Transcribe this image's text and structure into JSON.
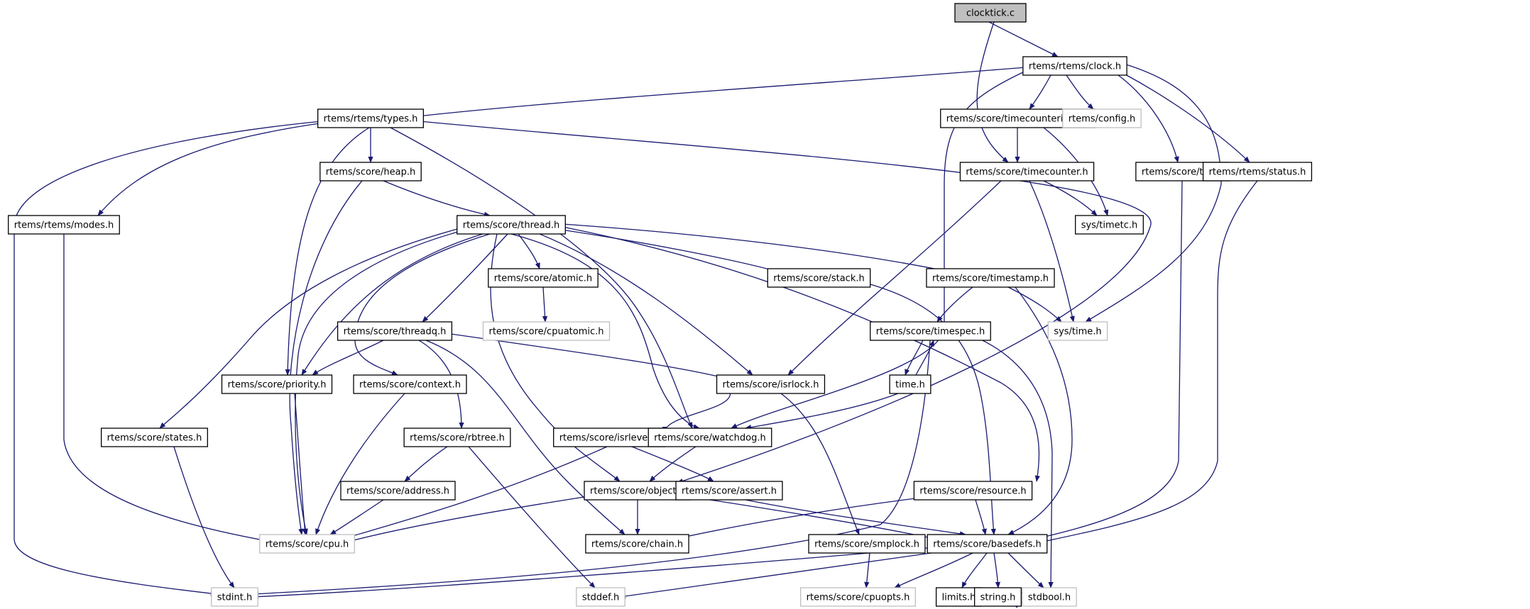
{
  "diagram": {
    "title": "clocktick.c include dependency graph",
    "colors": {
      "edge": "#191970",
      "node_border": "#000000",
      "node_border_external": "#bfbfbf",
      "node_fill": "#ffffff",
      "root_fill": "#bfbfbf"
    },
    "nodes": [
      {
        "id": "clocktick_c",
        "label": "clocktick.c",
        "kind": "root"
      },
      {
        "id": "clock_h",
        "label": "rtems/rtems/clock.h",
        "kind": "normal"
      },
      {
        "id": "types_h",
        "label": "rtems/rtems/types.h",
        "kind": "normal"
      },
      {
        "id": "timecounterimpl_h",
        "label": "rtems/score/timecounterimpl.h",
        "kind": "normal"
      },
      {
        "id": "config_h",
        "label": "rtems/config.h",
        "kind": "external"
      },
      {
        "id": "heap_h",
        "label": "rtems/score/heap.h",
        "kind": "normal"
      },
      {
        "id": "timecounter_h",
        "label": "rtems/score/timecounter.h",
        "kind": "normal"
      },
      {
        "id": "tod_h",
        "label": "rtems/score/tod.h",
        "kind": "normal"
      },
      {
        "id": "status_h",
        "label": "rtems/rtems/status.h",
        "kind": "normal"
      },
      {
        "id": "modes_h",
        "label": "rtems/rtems/modes.h",
        "kind": "normal"
      },
      {
        "id": "thread_h",
        "label": "rtems/score/thread.h",
        "kind": "normal"
      },
      {
        "id": "timetc_h",
        "label": "sys/timetc.h",
        "kind": "normal"
      },
      {
        "id": "atomic_h",
        "label": "rtems/score/atomic.h",
        "kind": "normal"
      },
      {
        "id": "stack_h",
        "label": "rtems/score/stack.h",
        "kind": "normal"
      },
      {
        "id": "timestamp_h",
        "label": "rtems/score/timestamp.h",
        "kind": "normal"
      },
      {
        "id": "cpuatomic_h",
        "label": "rtems/score/cpuatomic.h",
        "kind": "external"
      },
      {
        "id": "threadq_h",
        "label": "rtems/score/threadq.h",
        "kind": "normal"
      },
      {
        "id": "timespec_h",
        "label": "rtems/score/timespec.h",
        "kind": "normal"
      },
      {
        "id": "systime_h",
        "label": "sys/time.h",
        "kind": "external"
      },
      {
        "id": "priority_h",
        "label": "rtems/score/priority.h",
        "kind": "normal"
      },
      {
        "id": "context_h",
        "label": "rtems/score/context.h",
        "kind": "normal"
      },
      {
        "id": "isrlock_h",
        "label": "rtems/score/isrlock.h",
        "kind": "normal"
      },
      {
        "id": "time_h",
        "label": "time.h",
        "kind": "normal"
      },
      {
        "id": "states_h",
        "label": "rtems/score/states.h",
        "kind": "normal"
      },
      {
        "id": "rbtree_h",
        "label": "rtems/score/rbtree.h",
        "kind": "normal"
      },
      {
        "id": "isrlevel_h",
        "label": "rtems/score/isrlevel.h",
        "kind": "normal"
      },
      {
        "id": "watchdog_h",
        "label": "rtems/score/watchdog.h",
        "kind": "normal"
      },
      {
        "id": "resource_h",
        "label": "rtems/score/resource.h",
        "kind": "normal"
      },
      {
        "id": "address_h",
        "label": "rtems/score/address.h",
        "kind": "normal"
      },
      {
        "id": "object_h",
        "label": "rtems/score/object.h",
        "kind": "normal"
      },
      {
        "id": "assert_h",
        "label": "rtems/score/assert.h",
        "kind": "normal"
      },
      {
        "id": "cpu_h",
        "label": "rtems/score/cpu.h",
        "kind": "external"
      },
      {
        "id": "chain_h",
        "label": "rtems/score/chain.h",
        "kind": "normal"
      },
      {
        "id": "smplock_h",
        "label": "rtems/score/smplock.h",
        "kind": "normal"
      },
      {
        "id": "basedefs_h",
        "label": "rtems/score/basedefs.h",
        "kind": "normal"
      },
      {
        "id": "stdint_h",
        "label": "stdint.h",
        "kind": "external"
      },
      {
        "id": "stddef_h",
        "label": "stddef.h",
        "kind": "external"
      },
      {
        "id": "cpuopts_h",
        "label": "rtems/score/cpuopts.h",
        "kind": "external"
      },
      {
        "id": "limits_h",
        "label": "limits.h",
        "kind": "normal"
      },
      {
        "id": "string_h",
        "label": "string.h",
        "kind": "normal"
      },
      {
        "id": "stdbool_h",
        "label": "stdbool.h",
        "kind": "external"
      }
    ],
    "edges": [
      {
        "from": "clocktick_c",
        "to": "clock_h"
      },
      {
        "from": "clocktick_c",
        "to": "timecounter_h"
      },
      {
        "from": "clock_h",
        "to": "types_h"
      },
      {
        "from": "clock_h",
        "to": "timecounterimpl_h"
      },
      {
        "from": "clock_h",
        "to": "config_h"
      },
      {
        "from": "clock_h",
        "to": "systime_h"
      },
      {
        "from": "clock_h",
        "to": "tod_h"
      },
      {
        "from": "clock_h",
        "to": "status_h"
      },
      {
        "from": "clock_h",
        "to": "watchdog_h"
      },
      {
        "from": "types_h",
        "to": "heap_h"
      },
      {
        "from": "types_h",
        "to": "modes_h"
      },
      {
        "from": "types_h",
        "to": "stdint_h"
      },
      {
        "from": "types_h",
        "to": "priority_h"
      },
      {
        "from": "types_h",
        "to": "watchdog_h"
      },
      {
        "from": "types_h",
        "to": "object_h"
      },
      {
        "from": "timecounterimpl_h",
        "to": "timecounter_h"
      },
      {
        "from": "timecounterimpl_h",
        "to": "timetc_h"
      },
      {
        "from": "heap_h",
        "to": "thread_h"
      },
      {
        "from": "heap_h",
        "to": "cpu_h"
      },
      {
        "from": "timecounter_h",
        "to": "timetc_h"
      },
      {
        "from": "timecounter_h",
        "to": "systime_h"
      },
      {
        "from": "timecounter_h",
        "to": "isrlock_h"
      },
      {
        "from": "tod_h",
        "to": "basedefs_h"
      },
      {
        "from": "status_h",
        "to": "basedefs_h"
      },
      {
        "from": "modes_h",
        "to": "cpu_h"
      },
      {
        "from": "thread_h",
        "to": "atomic_h"
      },
      {
        "from": "thread_h",
        "to": "stack_h"
      },
      {
        "from": "thread_h",
        "to": "timestamp_h"
      },
      {
        "from": "thread_h",
        "to": "threadq_h"
      },
      {
        "from": "thread_h",
        "to": "priority_h"
      },
      {
        "from": "thread_h",
        "to": "context_h"
      },
      {
        "from": "thread_h",
        "to": "isrlock_h"
      },
      {
        "from": "thread_h",
        "to": "states_h"
      },
      {
        "from": "thread_h",
        "to": "watchdog_h"
      },
      {
        "from": "thread_h",
        "to": "object_h"
      },
      {
        "from": "thread_h",
        "to": "resource_h"
      },
      {
        "from": "thread_h",
        "to": "cpu_h"
      },
      {
        "from": "atomic_h",
        "to": "cpuatomic_h"
      },
      {
        "from": "stack_h",
        "to": "basedefs_h"
      },
      {
        "from": "timestamp_h",
        "to": "timespec_h"
      },
      {
        "from": "timestamp_h",
        "to": "systime_h"
      },
      {
        "from": "timestamp_h",
        "to": "basedefs_h"
      },
      {
        "from": "threadq_h",
        "to": "priority_h"
      },
      {
        "from": "threadq_h",
        "to": "isrlock_h"
      },
      {
        "from": "threadq_h",
        "to": "rbtree_h"
      },
      {
        "from": "threadq_h",
        "to": "chain_h"
      },
      {
        "from": "timespec_h",
        "to": "time_h"
      },
      {
        "from": "timespec_h",
        "to": "stdbool_h"
      },
      {
        "from": "timespec_h",
        "to": "stdint_h"
      },
      {
        "from": "time_h",
        "to": "timespec_h"
      },
      {
        "from": "time_h",
        "to": "watchdog_h"
      },
      {
        "from": "priority_h",
        "to": "cpu_h"
      },
      {
        "from": "context_h",
        "to": "cpu_h"
      },
      {
        "from": "isrlock_h",
        "to": "isrlevel_h"
      },
      {
        "from": "isrlock_h",
        "to": "smplock_h"
      },
      {
        "from": "states_h",
        "to": "stdint_h"
      },
      {
        "from": "rbtree_h",
        "to": "address_h"
      },
      {
        "from": "rbtree_h",
        "to": "stddef_h"
      },
      {
        "from": "isrlevel_h",
        "to": "cpu_h"
      },
      {
        "from": "isrlevel_h",
        "to": "assert_h"
      },
      {
        "from": "watchdog_h",
        "to": "object_h"
      },
      {
        "from": "resource_h",
        "to": "chain_h"
      },
      {
        "from": "resource_h",
        "to": "basedefs_h"
      },
      {
        "from": "address_h",
        "to": "cpu_h"
      },
      {
        "from": "object_h",
        "to": "chain_h"
      },
      {
        "from": "object_h",
        "to": "cpu_h"
      },
      {
        "from": "object_h",
        "to": "basedefs_h"
      },
      {
        "from": "assert_h",
        "to": "basedefs_h"
      },
      {
        "from": "smplock_h",
        "to": "cpuopts_h"
      },
      {
        "from": "basedefs_h",
        "to": "cpuopts_h"
      },
      {
        "from": "basedefs_h",
        "to": "limits_h"
      },
      {
        "from": "basedefs_h",
        "to": "string_h"
      },
      {
        "from": "basedefs_h",
        "to": "stdbool_h"
      },
      {
        "from": "basedefs_h",
        "to": "stdint_h"
      },
      {
        "from": "basedefs_h",
        "to": "stddef_h"
      },
      {
        "from": "string_h",
        "to": "string_h"
      }
    ]
  }
}
